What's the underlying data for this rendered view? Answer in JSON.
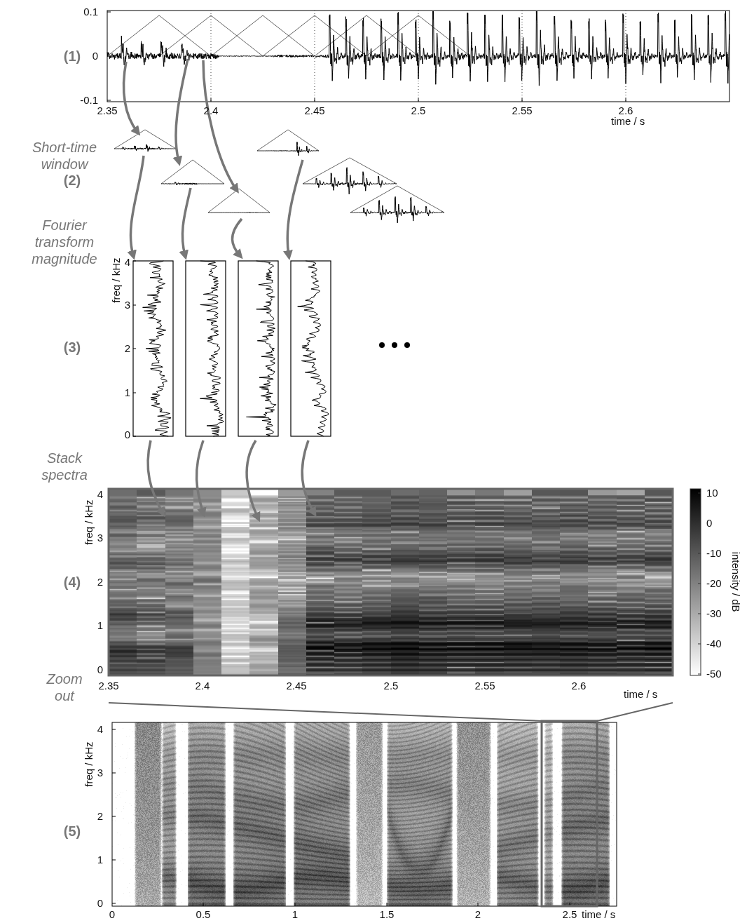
{
  "diagram": {
    "labels": [
      "(1)",
      "0.1",
      "0",
      "-0.1",
      "2.35",
      "2.4",
      "2.45",
      "2.5",
      "2.55",
      "2.6",
      "time / s",
      "Short-time window",
      "(2)",
      "Fourier transform magnitude",
      "(3)",
      "freq / kHz",
      "4",
      "3",
      "2",
      "1",
      "0",
      "Stack spectra",
      "(4)",
      "freq / kHz",
      "4",
      "3",
      "2",
      "1",
      "0",
      "2.35",
      "2.4",
      "2.45",
      "2.5",
      "2.55",
      "2.6",
      "time / s",
      "10",
      "0",
      "-10",
      "-20",
      "-30",
      "-40",
      "-50",
      "intensity / dB",
      "Zoom out",
      "(5)",
      "freq / kHz",
      "4",
      "3",
      "2",
      "1",
      "0",
      "0",
      "0.5",
      "1",
      "1.5",
      "2",
      "2.5",
      "time / s"
    ]
  }
}
